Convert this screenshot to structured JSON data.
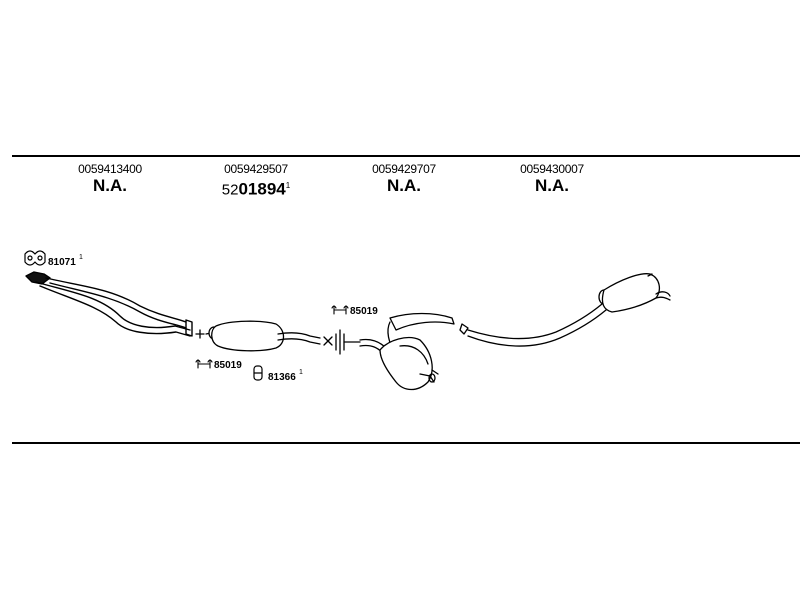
{
  "parts": [
    {
      "number": "0059413400",
      "code": "N.A.",
      "prefix": "",
      "sup": ""
    },
    {
      "number": "0059429507",
      "code": "01894",
      "prefix": "52",
      "sup": "1"
    },
    {
      "number": "0059429707",
      "code": "N.A.",
      "prefix": "",
      "sup": ""
    },
    {
      "number": "0059430007",
      "code": "N.A.",
      "prefix": "",
      "sup": ""
    }
  ],
  "labels": {
    "gasket_front": {
      "text": "81071",
      "sup": "1"
    },
    "clamp_mid_left": {
      "text": "85019"
    },
    "mount_mid": {
      "text": "81366",
      "sup": "1"
    },
    "clamp_mid_right": {
      "text": "85019"
    }
  },
  "colors": {
    "line": "#000000",
    "background": "#ffffff"
  }
}
